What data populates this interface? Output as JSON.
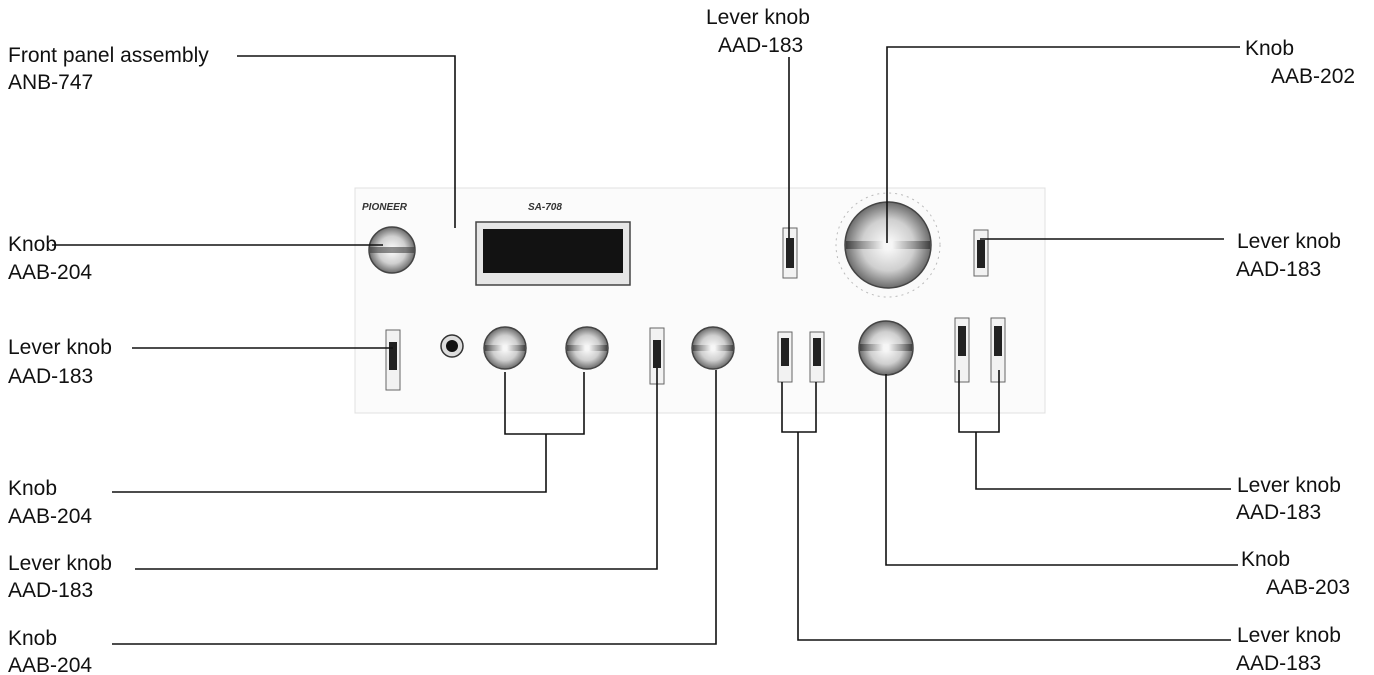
{
  "panel": {
    "brand": "PIONEER",
    "model": "SA-708"
  },
  "callouts": {
    "front_panel": {
      "name": "Front panel assembly",
      "code": "ANB-747"
    },
    "knob_power": {
      "name": "Knob",
      "code": "AAB-204"
    },
    "lever_power": {
      "name": "Lever knob",
      "code": "AAD-183"
    },
    "knob_bass_treble": {
      "name": "Knob",
      "code": "AAB-204"
    },
    "lever_left_mode": {
      "name": "Lever knob",
      "code": "AAD-183"
    },
    "knob_balance": {
      "name": "Knob",
      "code": "AAB-204"
    },
    "lever_top_center": {
      "name": "Lever knob",
      "code": "AAD-183"
    },
    "knob_volume": {
      "name": "Knob",
      "code": "AAB-202"
    },
    "lever_right_upper": {
      "name": "Lever knob",
      "code": "AAD-183"
    },
    "lever_tape": {
      "name": "Lever knob",
      "code": "AAD-183"
    },
    "knob_function": {
      "name": "Knob",
      "code": "AAB-203"
    },
    "lever_filters": {
      "name": "Lever knob",
      "code": "AAD-183"
    }
  }
}
